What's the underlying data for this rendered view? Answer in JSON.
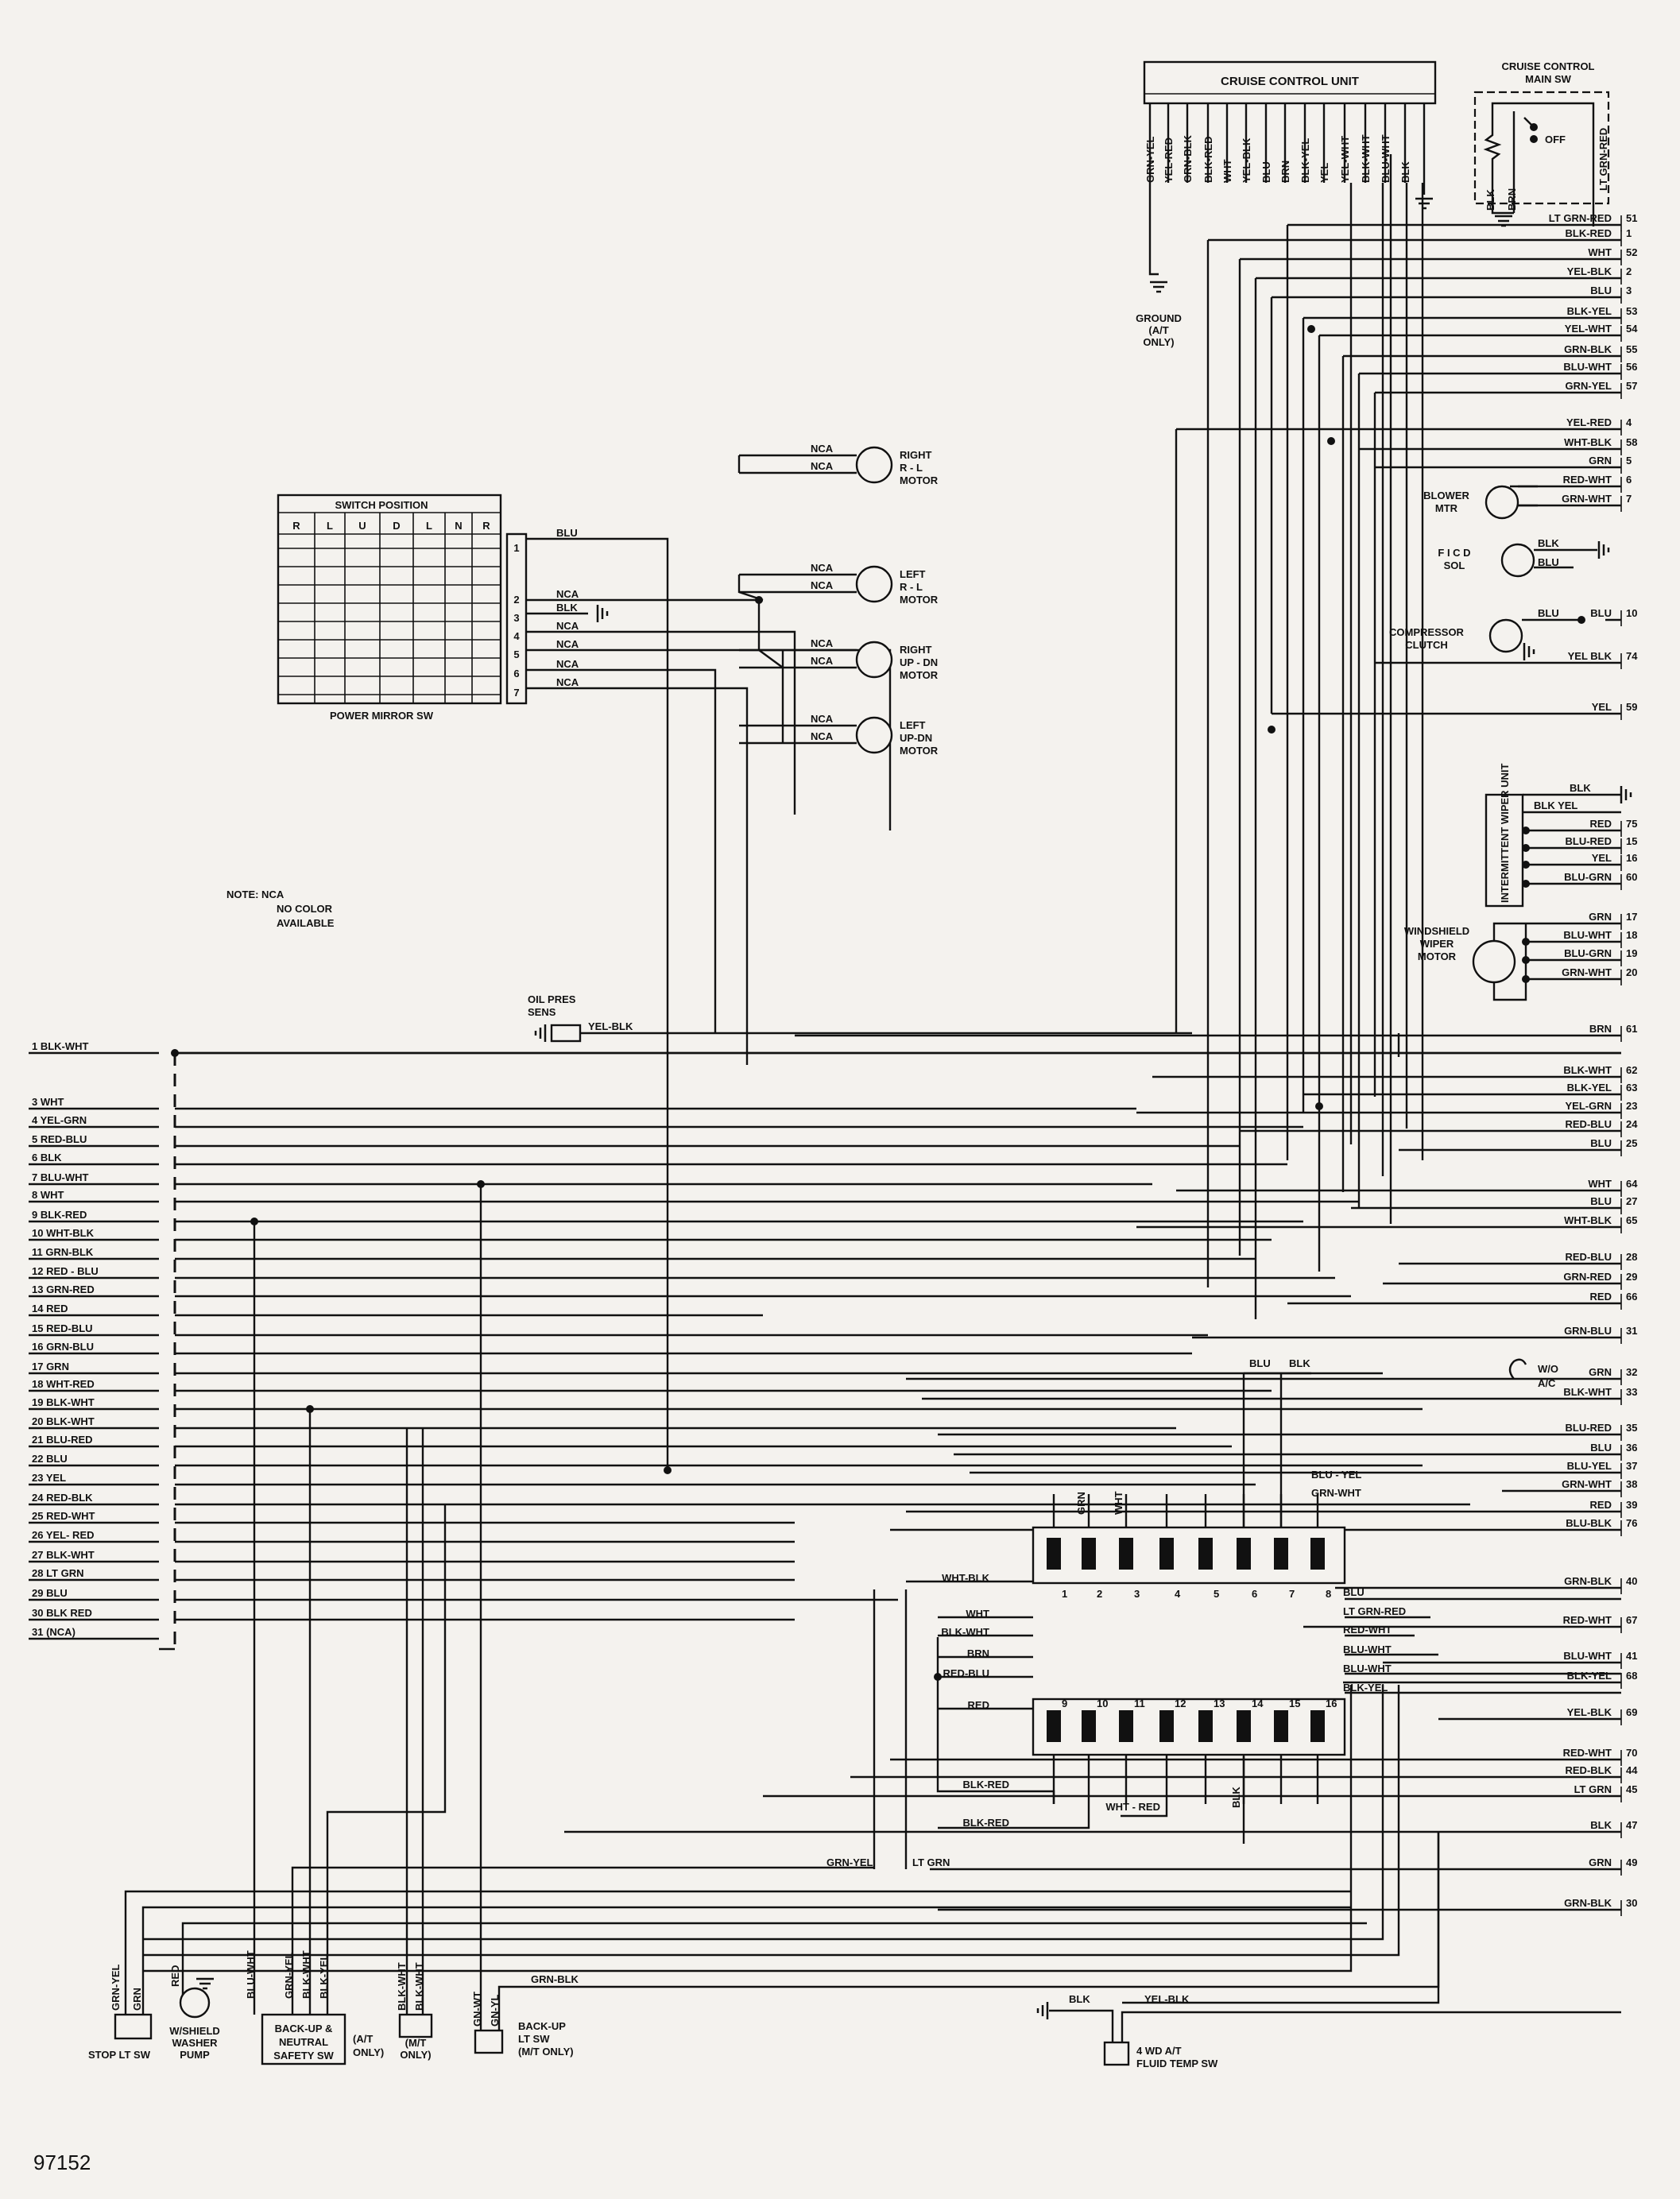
{
  "figure_id": "97152",
  "note": [
    "NOTE: NCA",
    "NO COLOR",
    "AVAILABLE"
  ],
  "cruise_control": {
    "unit_title": "CRUISE CONTROL UNIT",
    "unit_wires": [
      "GRN-YEL",
      "YEL-RED",
      "GRN-BLK",
      "BLK-RED",
      "WHT",
      "YEL-BLK",
      "BLU",
      "BRN",
      "BLK-YEL",
      "YEL",
      "YEL-WHT",
      "BLK-WHT",
      "BLU-WHT",
      "BLK"
    ],
    "main_sw_title": [
      "CRUISE CONTROL",
      "MAIN SW"
    ],
    "main_sw_off": "OFF",
    "main_sw_wires": [
      "BLK",
      "BRN",
      "LT GRN-RED"
    ],
    "ground_label": [
      "GROUND",
      "(A/T",
      "ONLY)"
    ]
  },
  "right_connectors": [
    {
      "label": "LT GRN-RED",
      "num": "51"
    },
    {
      "label": "BLK-RED",
      "num": "1"
    },
    {
      "label": "WHT",
      "num": "52"
    },
    {
      "label": "YEL-BLK",
      "num": "2"
    },
    {
      "label": "BLU",
      "num": "3"
    },
    {
      "label": "BLK-YEL",
      "num": "53"
    },
    {
      "label": "YEL-WHT",
      "num": "54"
    },
    {
      "label": "GRN-BLK",
      "num": "55"
    },
    {
      "label": "BLU-WHT",
      "num": "56"
    },
    {
      "label": "GRN-YEL",
      "num": "57"
    },
    {
      "label": "YEL-RED",
      "num": "4"
    },
    {
      "label": "WHT-BLK",
      "num": "58"
    },
    {
      "label": "GRN",
      "num": "5"
    },
    {
      "label": "RED-WHT",
      "num": "6"
    },
    {
      "label": "GRN-WHT",
      "num": "7"
    },
    {
      "label": "BLU",
      "num": "10"
    },
    {
      "label": "YEL BLK",
      "num": "74"
    },
    {
      "label": "YEL",
      "num": "59"
    },
    {
      "label": "RED",
      "num": "75"
    },
    {
      "label": "BLU-RED",
      "num": "15"
    },
    {
      "label": "YEL",
      "num": "16"
    },
    {
      "label": "BLU-GRN",
      "num": "60"
    },
    {
      "label": "GRN",
      "num": "17"
    },
    {
      "label": "BLU-WHT",
      "num": "18"
    },
    {
      "label": "BLU-GRN",
      "num": "19"
    },
    {
      "label": "GRN-WHT",
      "num": "20"
    },
    {
      "label": "BRN",
      "num": "61"
    },
    {
      "label": "BLK-WHT",
      "num": "62"
    },
    {
      "label": "BLK-YEL",
      "num": "63"
    },
    {
      "label": "YEL-GRN",
      "num": "23"
    },
    {
      "label": "RED-BLU",
      "num": "24"
    },
    {
      "label": "BLU",
      "num": "25"
    },
    {
      "label": "WHT",
      "num": "64"
    },
    {
      "label": "BLU",
      "num": "27"
    },
    {
      "label": "WHT-BLK",
      "num": "65"
    },
    {
      "label": "RED-BLU",
      "num": "28"
    },
    {
      "label": "GRN-RED",
      "num": "29"
    },
    {
      "label": "RED",
      "num": "66"
    },
    {
      "label": "GRN-BLU",
      "num": "31"
    },
    {
      "label": "GRN",
      "num": "32"
    },
    {
      "label": "BLK-WHT",
      "num": "33"
    },
    {
      "label": "BLU-RED",
      "num": "35"
    },
    {
      "label": "BLU",
      "num": "36"
    },
    {
      "label": "BLU-YEL",
      "num": "37"
    },
    {
      "label": "GRN-WHT",
      "num": "38"
    },
    {
      "label": "RED",
      "num": "39"
    },
    {
      "label": "BLU-BLK",
      "num": "76"
    },
    {
      "label": "GRN-BLK",
      "num": "40"
    },
    {
      "label": "RED-WHT",
      "num": "67"
    },
    {
      "label": "BLU-WHT",
      "num": "41"
    },
    {
      "label": "BLK-YEL",
      "num": "68"
    },
    {
      "label": "YEL-BLK",
      "num": "69"
    },
    {
      "label": "RED-WHT",
      "num": "70"
    },
    {
      "label": "RED-BLK",
      "num": "44"
    },
    {
      "label": "LT GRN",
      "num": "45"
    },
    {
      "label": "BLK",
      "num": "47"
    },
    {
      "label": "GRN",
      "num": "49"
    },
    {
      "label": "GRN-BLK",
      "num": "30"
    }
  ],
  "left_connectors": [
    "1  BLK-WHT",
    "3 WHT",
    "4 YEL-GRN",
    "5 RED-BLU",
    "6 BLK",
    "7 BLU-WHT",
    "8  WHT",
    "9  BLK-RED",
    "10 WHT-BLK",
    "11 GRN-BLK",
    "12 RED - BLU",
    "13 GRN-RED",
    "14 RED",
    "15 RED-BLU",
    "16 GRN-BLU",
    "17 GRN",
    "18 WHT-RED",
    "19 BLK-WHT",
    "20 BLK-WHT",
    "21 BLU-RED",
    "22 BLU",
    "23 YEL",
    "24 RED-BLK",
    "25 RED-WHT",
    "26  YEL- RED",
    "27 BLK-WHT",
    "28 LT GRN",
    "29 BLU",
    "30 BLK  RED",
    "31 (NCA)"
  ],
  "power_mirror": {
    "title": "SWITCH POSITION",
    "positions": [
      "R",
      "L",
      "U",
      "D",
      "L",
      "N",
      "R"
    ],
    "pins": [
      "1",
      "2",
      "3",
      "4",
      "5",
      "6",
      "7"
    ],
    "sw_label": "POWER MIRROR SW",
    "wire_labels": [
      "BLU",
      "NCA",
      "BLK",
      "NCA",
      "NCA",
      "NCA",
      "NCA"
    ],
    "motors": [
      {
        "wires": [
          "NCA",
          "NCA"
        ],
        "label": [
          "RIGHT",
          "R - L",
          "MOTOR"
        ]
      },
      {
        "wires": [
          "NCA",
          "NCA"
        ],
        "label": [
          "LEFT",
          "R - L",
          "MOTOR"
        ]
      },
      {
        "wires": [
          "NCA",
          "NCA"
        ],
        "label": [
          "RIGHT",
          "UP - DN",
          "MOTOR"
        ]
      },
      {
        "wires": [
          "NCA",
          "NCA"
        ],
        "label": [
          "LEFT",
          "UP-DN",
          "MOTOR"
        ]
      }
    ]
  },
  "components": {
    "blower": {
      "label": [
        "BLOWER",
        "MTR"
      ]
    },
    "ficd": {
      "label": [
        "F I C D",
        "SOL"
      ],
      "wires": [
        "BLK",
        "BLU"
      ]
    },
    "compressor": {
      "label": [
        "COMPRESSOR",
        "CLUTCH"
      ],
      "wire": "BLU"
    },
    "wiper_unit": {
      "label": "INTERMITTENT WIPER UNIT",
      "wires": [
        "BLK",
        "BLK YEL"
      ]
    },
    "wiper_motor": {
      "label": [
        "WINDSHIELD",
        "WIPER",
        "MOTOR"
      ]
    },
    "oil_pres": {
      "label": [
        "OIL PRES",
        "SENS"
      ],
      "wire": "YEL-BLK"
    },
    "wo_ac": [
      "W/O",
      "A/C"
    ]
  },
  "central_connector": {
    "top_pins": [
      "1",
      "2",
      "3",
      "4",
      "5",
      "6",
      "7",
      "8"
    ],
    "bottom_pins": [
      "9",
      "10",
      "11",
      "12",
      "13",
      "14",
      "15",
      "16"
    ],
    "top_wires": [
      "GRN",
      "WHT"
    ],
    "left_labels": [
      "WHT-BLK",
      "WHT",
      "BLK-WHT",
      "BRN",
      "RED-BLU",
      "RED"
    ],
    "right_labels": [
      "BLU",
      "LT GRN-RED",
      "RED-WHT",
      "BLU-WHT",
      "BLU-WHT",
      "BLK-YEL"
    ],
    "top_right_labels": [
      "BLU - YEL",
      "GRN-WHT"
    ],
    "bus_label": [
      "BLU",
      "BLK"
    ],
    "bottom_labels": [
      "BLK-RED",
      "WHT - RED",
      "BLK-RED",
      "BLK"
    ]
  },
  "bottom_components": {
    "stop_lt": {
      "wires": [
        "GRN-YEL",
        "GRN"
      ],
      "label": "STOP LT SW"
    },
    "washer": {
      "wire": "RED",
      "label": [
        "W/SHIELD",
        "WASHER",
        "PUMP"
      ]
    },
    "backup_neutral": {
      "wires": [
        "BLU-WHT",
        "GRN-YEL",
        "BLK-WHT",
        "BLK-YEL"
      ],
      "label": [
        "BACK-UP &",
        "NEUTRAL",
        "SAFETY SW"
      ],
      "note": [
        "(A/T",
        "ONLY)"
      ]
    },
    "mt_only": {
      "wires": [
        "BLK-WHT",
        "BLK-WHT"
      ],
      "label": [
        "(M/T",
        "ONLY)"
      ]
    },
    "backup_lt": {
      "wires": [
        "GN-WT",
        "GN-YL"
      ],
      "label": [
        "BACK-UP",
        "LT SW",
        "(M/T ONLY)"
      ],
      "wire_right": "GRN-BLK"
    },
    "fluid_temp": {
      "wires": [
        "BLK",
        "YEL-BLK"
      ],
      "label": [
        "4 WD  A/T",
        "FLUID TEMP SW"
      ]
    },
    "grn_yel_label": "GRN-YEL",
    "lt_grn_label": "LT GRN"
  }
}
